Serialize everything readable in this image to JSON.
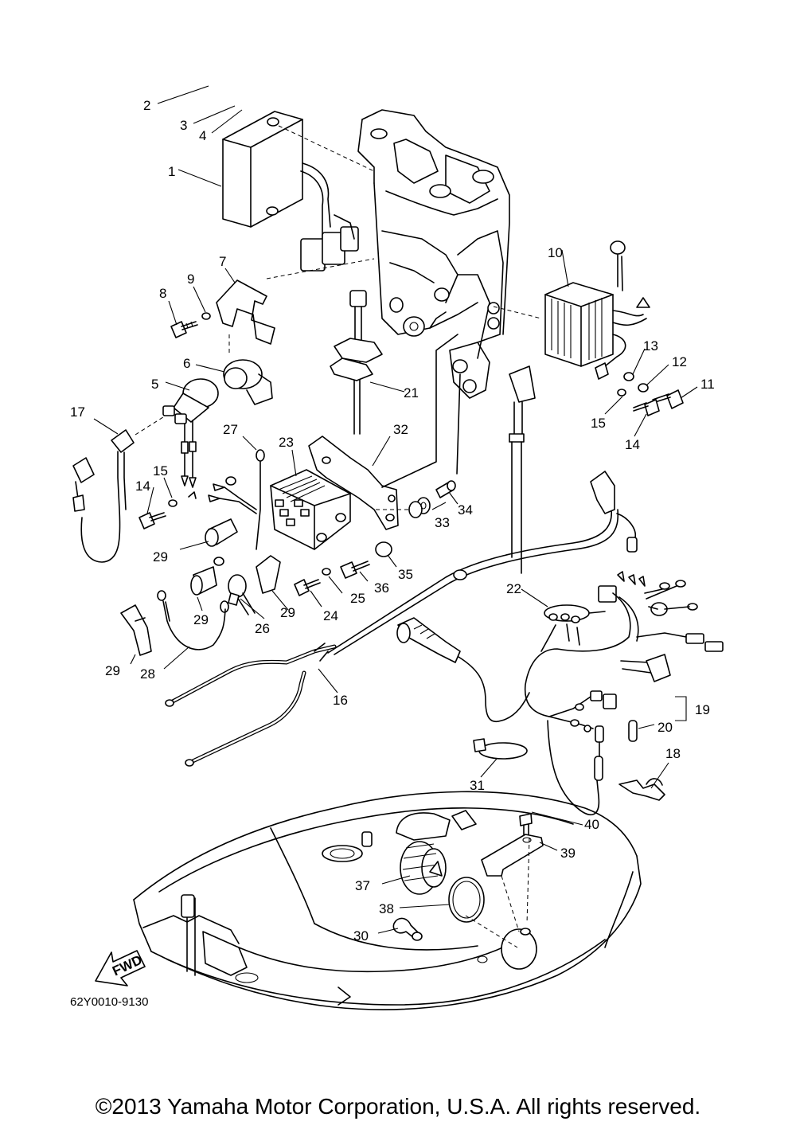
{
  "diagram": {
    "part_numbers": {
      "n1": "1",
      "n2": "2",
      "n3": "3",
      "n4": "4",
      "n5": "5",
      "n6": "6",
      "n7": "7",
      "n8": "8",
      "n9": "9",
      "n10": "10",
      "n11": "11",
      "n12": "12",
      "n13": "13",
      "n14a": "14",
      "n14b": "14",
      "n15a": "15",
      "n15b": "15",
      "n16": "16",
      "n17": "17",
      "n18": "18",
      "n19": "19",
      "n20": "20",
      "n21": "21",
      "n22": "22",
      "n23": "23",
      "n24": "24",
      "n25": "25",
      "n26": "26",
      "n27": "27",
      "n28": "28",
      "n29a": "29",
      "n29b": "29",
      "n29c": "29",
      "n29d": "29",
      "n30": "30",
      "n31": "31",
      "n32": "32",
      "n33": "33",
      "n34": "34",
      "n35": "35",
      "n36": "36",
      "n37": "37",
      "n38": "38",
      "n39": "39",
      "n40": "40"
    },
    "fwd_label": "FWD",
    "drawing_code": "62Y0010-9130"
  },
  "footer": {
    "copyright": "©2013 Yamaha Motor Corporation, U.S.A. All rights reserved."
  }
}
